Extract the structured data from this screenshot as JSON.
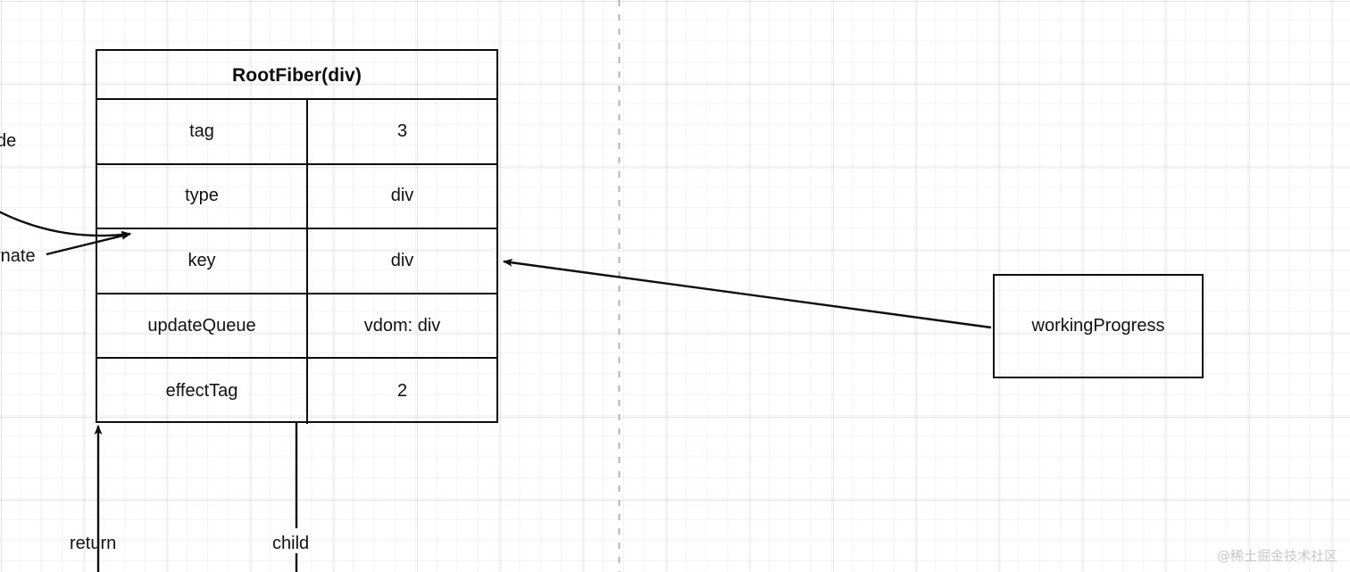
{
  "diagram": {
    "title": "React Fiber node diagram",
    "fiber_table": {
      "header": "RootFiber(div)",
      "rows": [
        {
          "key": "tag",
          "value": "3"
        },
        {
          "key": "type",
          "value": "div"
        },
        {
          "key": "key",
          "value": "div"
        },
        {
          "key": "updateQueue",
          "value": "vdom: div"
        },
        {
          "key": "effectTag",
          "value": "2"
        }
      ]
    },
    "working_progress_box": {
      "label": "workingProgress"
    },
    "edge_labels": {
      "node": "de",
      "alternate": "rnate",
      "return": "return",
      "child": "child"
    },
    "watermark": "@稀土掘金技术社区",
    "colors": {
      "stroke": "#0d0d0d",
      "text": "#111111",
      "grid_minor": "#f2f2f2",
      "grid_major": "#e6e6e6",
      "guide_dash": "#b3b3b3",
      "watermark": "#c9c9c9",
      "background": "#ffffff"
    }
  }
}
